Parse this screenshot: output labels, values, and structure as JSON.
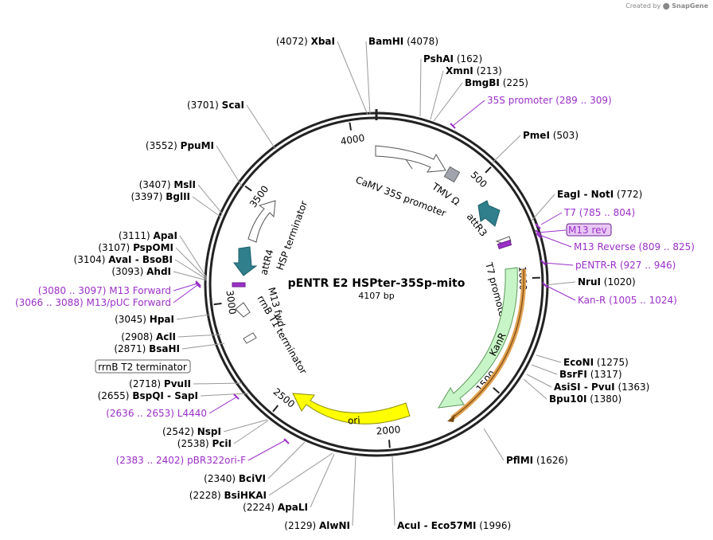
{
  "credit": {
    "prefix": "Created by",
    "brand": "SnapGene"
  },
  "plasmid": {
    "name": "pENTR E2 HSPter-35Sp-mito",
    "size_label": "4107 bp",
    "length": 4107
  },
  "ticks": [
    "500",
    "1000",
    "1500",
    "2000",
    "2500",
    "3000",
    "3500",
    "4000"
  ],
  "enzymes": [
    {
      "pos": "(4072)",
      "name": "XbaI"
    },
    {
      "name": "BamHI",
      "pos": "(4078)"
    },
    {
      "name": "PshAI",
      "pos": "(162)"
    },
    {
      "name": "XmnI",
      "pos": "(213)"
    },
    {
      "name": "BmgBI",
      "pos": "(225)"
    },
    {
      "name": "PmeI",
      "pos": "(503)"
    },
    {
      "name": "EagI - NotI",
      "pos": "(772)"
    },
    {
      "name": "NruI",
      "pos": "(1020)"
    },
    {
      "name": "EcoNI",
      "pos": "(1275)"
    },
    {
      "name": "BsrFI",
      "pos": "(1317)"
    },
    {
      "name": "AsiSI - PvuI",
      "pos": "(1363)"
    },
    {
      "name": "Bpu10I",
      "pos": "(1380)"
    },
    {
      "name": "PflMI",
      "pos": "(1626)"
    },
    {
      "name": "AcuI - Eco57MI",
      "pos": "(1996)"
    },
    {
      "pos": "(2129)",
      "name": "AlwNI"
    },
    {
      "pos": "(2224)",
      "name": "ApaLI"
    },
    {
      "pos": "(2228)",
      "name": "BsiHKAI"
    },
    {
      "pos": "(2340)",
      "name": "BciVI"
    },
    {
      "pos": "(2538)",
      "name": "PciI"
    },
    {
      "pos": "(2542)",
      "name": "NspI"
    },
    {
      "pos": "(2655)",
      "name": "BspQI - SapI"
    },
    {
      "pos": "(2718)",
      "name": "PvuII"
    },
    {
      "pos": "(2871)",
      "name": "BsaHI"
    },
    {
      "pos": "(2908)",
      "name": "AclI"
    },
    {
      "pos": "(3045)",
      "name": "HpaI"
    },
    {
      "pos": "(3093)",
      "name": "AhdI"
    },
    {
      "pos": "(3104)",
      "name": "AvaI - BsoBI"
    },
    {
      "pos": "(3107)",
      "name": "PspOMI"
    },
    {
      "pos": "(3111)",
      "name": "ApaI"
    },
    {
      "pos": "(3397)",
      "name": "BglII"
    },
    {
      "pos": "(3407)",
      "name": "MslI"
    },
    {
      "pos": "(3552)",
      "name": "PpuMI"
    },
    {
      "pos": "(3701)",
      "name": "ScaI"
    }
  ],
  "primers": [
    {
      "name": "35S promoter",
      "range": "(289 .. 309)"
    },
    {
      "name": "T7",
      "range": "(785 .. 804)"
    },
    {
      "name": "M13 rev",
      "range": ""
    },
    {
      "name": "M13 Reverse",
      "range": "(809 .. 825)"
    },
    {
      "name": "pENTR-R",
      "range": "(927 .. 946)"
    },
    {
      "name": "Kan-R",
      "range": "(1005 .. 1024)"
    },
    {
      "name": "pBR322ori-F",
      "range": "(2383 .. 2402)"
    },
    {
      "name": "L4440",
      "range": "(2636 .. 2653)"
    },
    {
      "name": "M13/pUC Forward",
      "range": "(3066 .. 3088)"
    },
    {
      "name": "M13 Forward",
      "range": "(3080 .. 3097)"
    }
  ],
  "features": {
    "camv": "CaMV 35S promoter",
    "tmv": "TMV Ω",
    "attR3": "attR3",
    "t7prom": "T7 promoter",
    "kanr": "KanR",
    "ori": "ori",
    "rrnbT1": "rrnB T1 terminator",
    "m13fwd": "M13 fwd",
    "attR4": "attR4",
    "hsp": "HSP terminator",
    "rrnbT2": "rrnB T2 terminator"
  },
  "colors": {
    "primer": "#9b30c8",
    "kanr": "#c8f5c8",
    "ori": "#ffff00",
    "teal": "#2f7f8c",
    "orf": "#f2c27e",
    "backbone": "#222222"
  }
}
